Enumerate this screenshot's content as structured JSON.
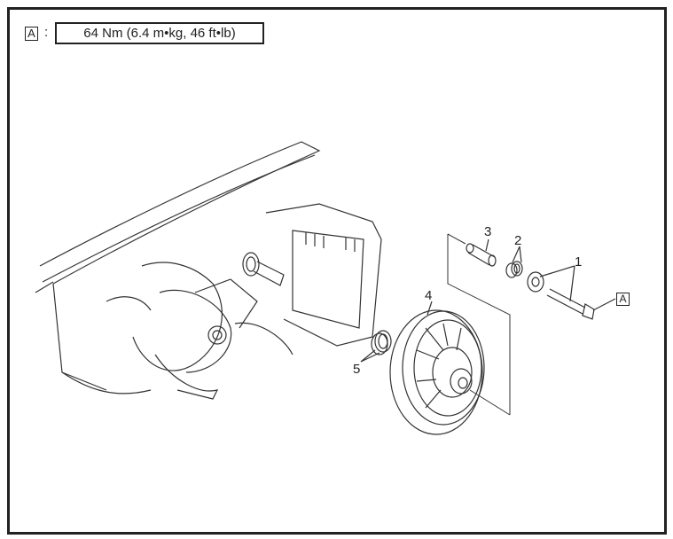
{
  "legend": {
    "key": "A",
    "separator": ":",
    "torque": "64 Nm (6.4 m•kg, 46 ft•lb)"
  },
  "callouts": {
    "c1": "1",
    "c2": "2",
    "c3": "3",
    "c4": "4",
    "c5": "5",
    "ref_a": "A"
  }
}
